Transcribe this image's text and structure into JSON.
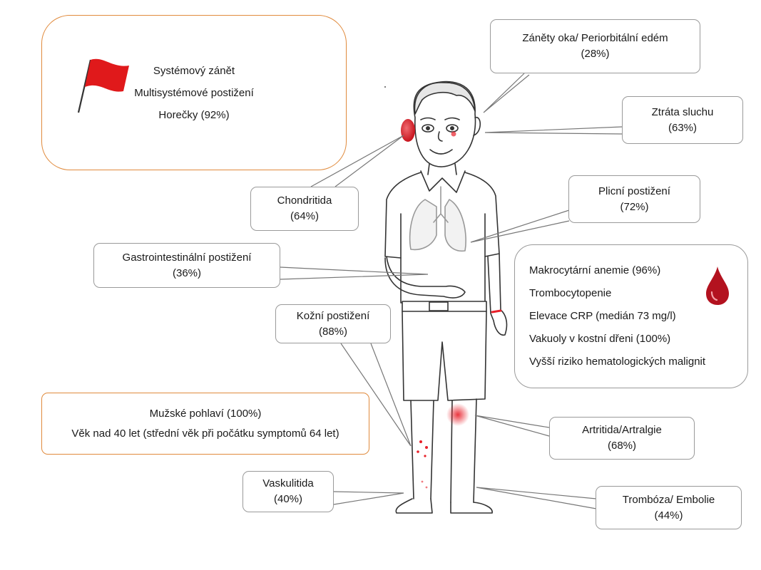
{
  "systemic": {
    "lines": [
      "Systémový zánět",
      "Multisystémové postižení",
      "Horečky (92%)"
    ]
  },
  "eye": {
    "label": "Záněty oka/ Periorbitální edém",
    "value": "(28%)"
  },
  "hearing": {
    "label": "Ztráta sluchu",
    "value": "(63%)"
  },
  "chondritis": {
    "label": "Chondritida",
    "value": "(64%)"
  },
  "lung": {
    "label": "Plicní postižení",
    "value": "(72%)"
  },
  "gi": {
    "label": "Gastrointestinální postižení",
    "value": "(36%)"
  },
  "hematology": {
    "lines": [
      "Makrocytární anemie (96%)",
      "Trombocytopenie",
      "Elevace CRP (medián 73 mg/l)",
      "Vakuoly v kostní dřeni (100%)",
      "Vyšší riziko hematologických malignit"
    ]
  },
  "skin": {
    "label": "Kožní postižení",
    "value": "(88%)"
  },
  "demographics": {
    "lines": [
      "Mužské pohlaví (100%)",
      "Věk nad 40 let (střední věk při počátku symptomů 64 let)"
    ]
  },
  "arthritis": {
    "label": "Artritida/Artralgie",
    "value": "(68%)"
  },
  "vasculitis": {
    "label": "Vaskulitida",
    "value": "(40%)"
  },
  "thrombosis": {
    "label": "Trombóza/ Embolie",
    "value": "(44%)"
  },
  "colors": {
    "flag": "#e0191b",
    "drop": "#b3121f",
    "orange_border": "#e08a3c",
    "inflammation": "#e8202a"
  }
}
